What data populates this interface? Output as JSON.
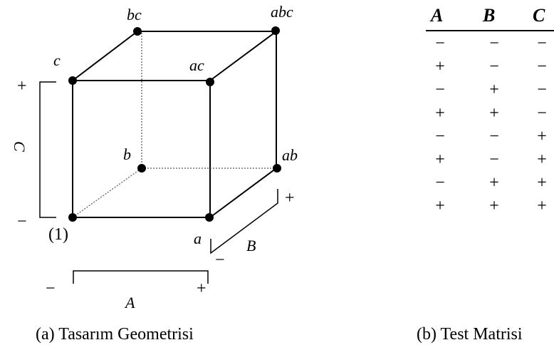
{
  "cube": {
    "vertices": [
      {
        "id": "one",
        "label": "(1)"
      },
      {
        "id": "a",
        "label": "a"
      },
      {
        "id": "b",
        "label": "b"
      },
      {
        "id": "ab",
        "label": "ab"
      },
      {
        "id": "c",
        "label": "c"
      },
      {
        "id": "ac",
        "label": "ac"
      },
      {
        "id": "bc",
        "label": "bc"
      },
      {
        "id": "abc",
        "label": "abc"
      }
    ],
    "axes": {
      "A": {
        "name": "A",
        "low": "−",
        "high": "+"
      },
      "B": {
        "name": "B",
        "low": "−",
        "high": "+"
      },
      "C": {
        "name": "C",
        "low": "−",
        "high": "+"
      }
    },
    "caption": "(a) Tasarım Geometrisi"
  },
  "matrix": {
    "headers": [
      "A",
      "B",
      "C"
    ],
    "rows": [
      [
        "−",
        "−",
        "−"
      ],
      [
        "+",
        "−",
        "−"
      ],
      [
        "−",
        "+",
        "−"
      ],
      [
        "+",
        "+",
        "−"
      ],
      [
        "−",
        "−",
        "+"
      ],
      [
        "+",
        "−",
        "+"
      ],
      [
        "−",
        "+",
        "+"
      ],
      [
        "+",
        "+",
        "+"
      ]
    ],
    "caption": "(b) Test Matrisi"
  }
}
